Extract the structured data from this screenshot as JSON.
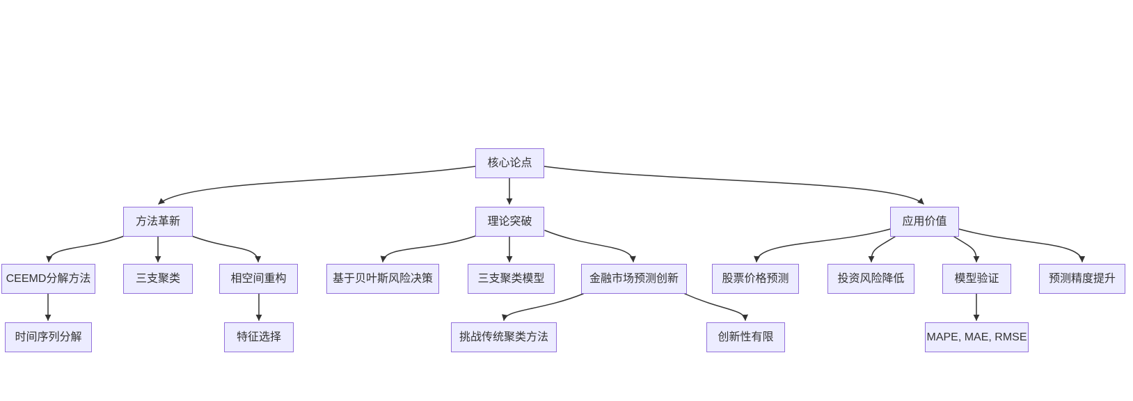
{
  "diagram": {
    "type": "flowchart",
    "orientation": "top-down",
    "colors": {
      "background": "#FFFFFF",
      "node_fill": "#ECECFF",
      "node_border": "#9370DB",
      "edge_line": "#333333",
      "text": "#333333"
    },
    "nodes": {
      "core": {
        "label": "核心论点"
      },
      "method": {
        "label": "方法革新"
      },
      "theory": {
        "label": "理论突破"
      },
      "application": {
        "label": "应用价值"
      },
      "ceemd": {
        "label": "CEEMD分解方法"
      },
      "three_way": {
        "label": "三支聚类"
      },
      "phase_space": {
        "label": "相空间重构"
      },
      "bayes": {
        "label": "基于贝叶斯风险决策"
      },
      "three_way_model": {
        "label": "三支聚类模型"
      },
      "finance": {
        "label": "金融市场预测创新"
      },
      "stock": {
        "label": "股票价格预测"
      },
      "risk": {
        "label": "投资风险降低"
      },
      "validation": {
        "label": "模型验证"
      },
      "accuracy": {
        "label": "预测精度提升"
      },
      "ts_decomp": {
        "label": "时间序列分解"
      },
      "feature": {
        "label": "特征选择"
      },
      "challenge": {
        "label": "挑战传统聚类方法"
      },
      "limited": {
        "label": "创新性有限"
      },
      "metrics": {
        "label": "MAPE, MAE, RMSE"
      }
    },
    "edges": [
      {
        "from": "core",
        "to": "method"
      },
      {
        "from": "core",
        "to": "theory"
      },
      {
        "from": "core",
        "to": "application"
      },
      {
        "from": "method",
        "to": "ceemd"
      },
      {
        "from": "method",
        "to": "three_way"
      },
      {
        "from": "method",
        "to": "phase_space"
      },
      {
        "from": "theory",
        "to": "bayes"
      },
      {
        "from": "theory",
        "to": "three_way_model"
      },
      {
        "from": "theory",
        "to": "finance"
      },
      {
        "from": "application",
        "to": "stock"
      },
      {
        "from": "application",
        "to": "risk"
      },
      {
        "from": "application",
        "to": "validation"
      },
      {
        "from": "application",
        "to": "accuracy"
      },
      {
        "from": "ceemd",
        "to": "ts_decomp"
      },
      {
        "from": "phase_space",
        "to": "feature"
      },
      {
        "from": "finance",
        "to": "challenge"
      },
      {
        "from": "finance",
        "to": "limited"
      },
      {
        "from": "validation",
        "to": "metrics"
      }
    ]
  }
}
